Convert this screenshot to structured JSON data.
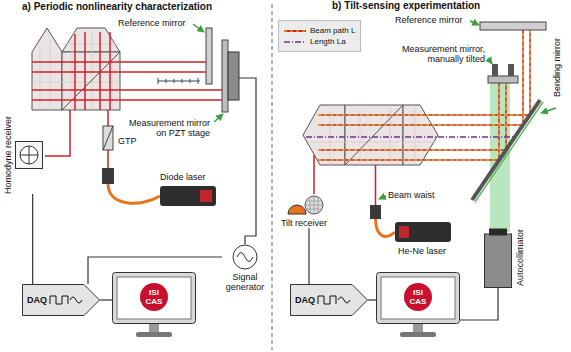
{
  "diagram": {
    "nodes": [
      {
        "text": [
          "Homodyne receiver"
        ]
      },
      {
        "text": [
          "DAQ"
        ]
      },
      {
        "text": [
          "ISI CAS"
        ]
      },
      {
        "text": [
          "Signal generator"
        ]
      },
      {
        "text": [
          "Tilt receiver"
        ]
      },
      {
        "text": [
          "DAQ"
        ]
      },
      {
        "text": [
          "ISI CAS"
        ]
      },
      {
        "text": [
          "Autocollimator"
        ]
      }
    ],
    "edges": [
      {
        "from": 0,
        "to": 1,
        "arrow": "none"
      },
      {
        "from": 1,
        "to": 2,
        "arrow": "none"
      },
      {
        "from": 3,
        "to": 1,
        "arrow": "none"
      },
      {
        "from": 4,
        "to": 5,
        "arrow": "none"
      },
      {
        "from": 5,
        "to": 6,
        "arrow": "none"
      },
      {
        "from": 7,
        "to": 6,
        "arrow": "none"
      }
    ],
    "labels": [
      "a) Periodic nonlinearity characterization",
      "Reference mirror",
      "Measurement mirror on PZT stage",
      "GTP",
      "Diode laser",
      "b) Tilt-sensing experimentation",
      "Reference mirror",
      "Measurement mirror, manually tilted",
      "Bending mirror",
      "Beam waist",
      "He-Ne laser"
    ],
    "legend": [
      {
        "text": "Beam path L"
      },
      {
        "text": "Length La"
      }
    ]
  }
}
